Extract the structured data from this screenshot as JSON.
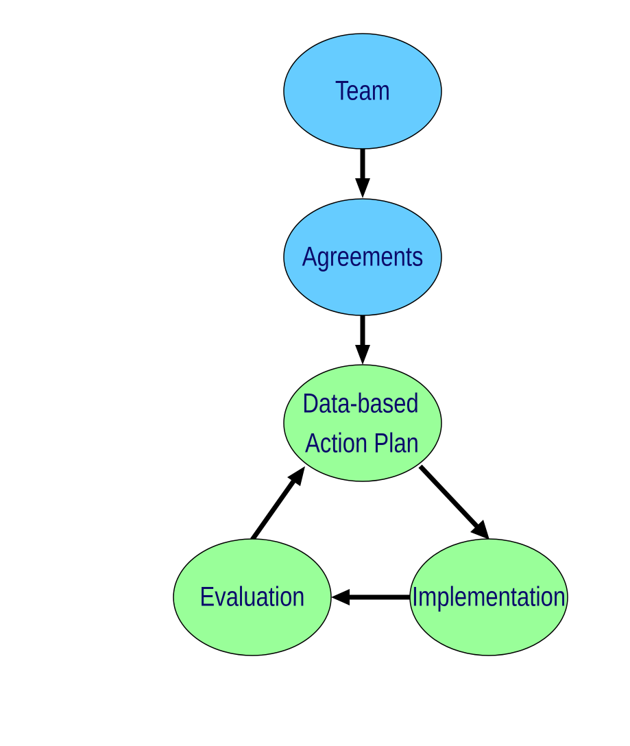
{
  "diagram": {
    "nodes": {
      "team": {
        "label": "Team",
        "fill": "#66ccff"
      },
      "agreements": {
        "label": "Agreements",
        "fill": "#66ccff"
      },
      "action_plan": {
        "line1": "Data-based",
        "line2": "Action Plan",
        "fill": "#99ff99"
      },
      "implementation": {
        "label": "Implementation",
        "fill": "#99ff99"
      },
      "evaluation": {
        "label": "Evaluation",
        "fill": "#99ff99"
      }
    },
    "edges": [
      {
        "from": "Team",
        "to": "Agreements"
      },
      {
        "from": "Agreements",
        "to": "Data-based Action Plan"
      },
      {
        "from": "Data-based Action Plan",
        "to": "Implementation"
      },
      {
        "from": "Implementation",
        "to": "Evaluation"
      },
      {
        "from": "Evaluation",
        "to": "Data-based Action Plan"
      }
    ],
    "colors": {
      "text": "#0b0b6b",
      "outline": "#000000",
      "arrow": "#000000"
    }
  }
}
